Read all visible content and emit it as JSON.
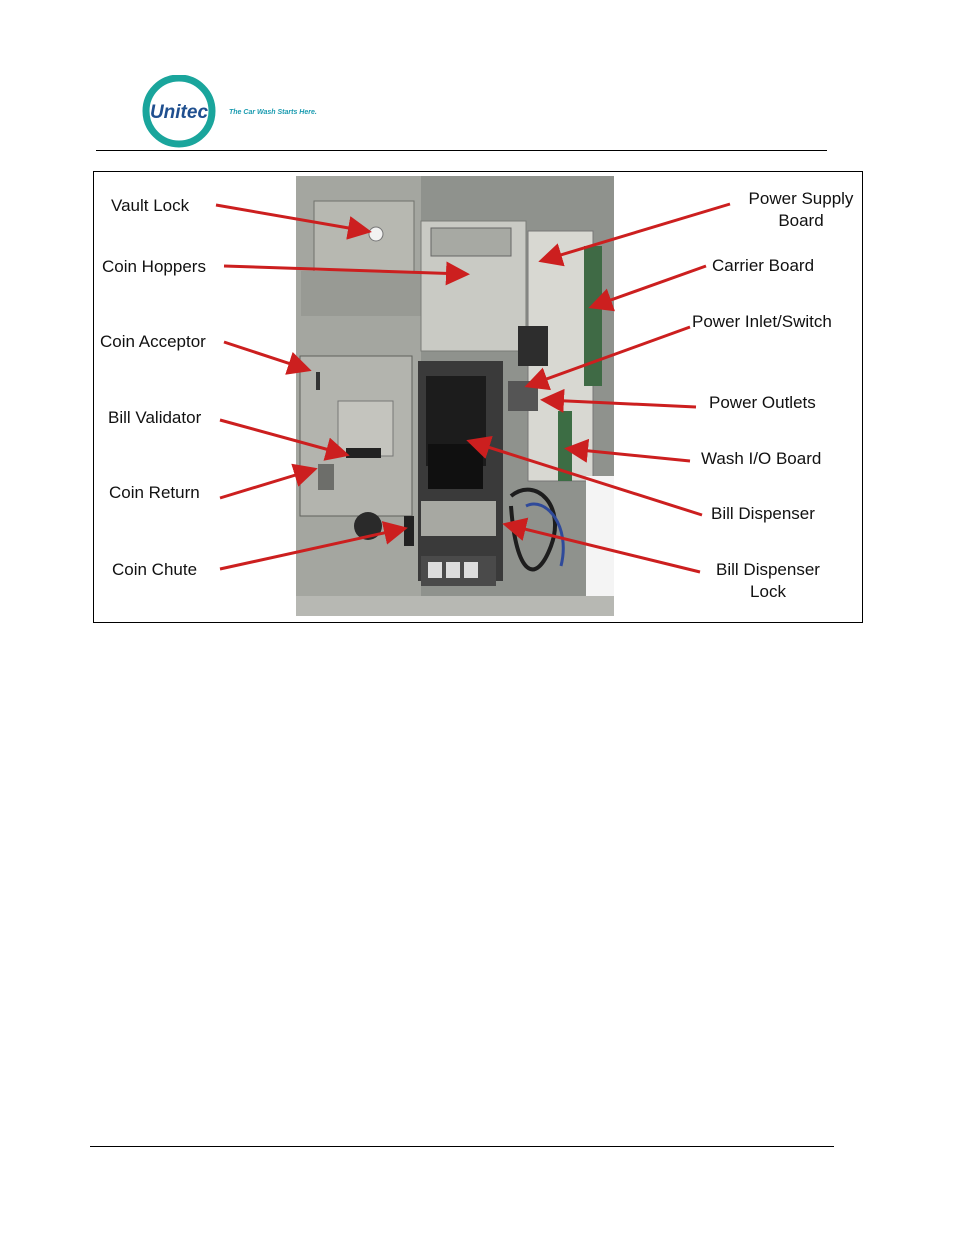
{
  "header": {
    "logo_text": "Unitec",
    "tagline": "The Car Wash Starts Here."
  },
  "figure": {
    "labels_left": {
      "vault_lock": "Vault Lock",
      "coin_hoppers": "Coin Hoppers",
      "coin_acceptor": "Coin Acceptor",
      "bill_validator": "Bill Validator",
      "coin_return": "Coin Return",
      "coin_chute": "Coin Chute"
    },
    "labels_right": {
      "power_supply_line1": "Power Supply",
      "power_supply_line2": "Board",
      "carrier_board": "Carrier Board",
      "power_inlet": "Power Inlet/Switch",
      "power_outlets": "Power Outlets",
      "wash_io_board": "Wash I/O Board",
      "bill_dispenser": "Bill Dispenser",
      "bill_dispenser_lock_line1": "Bill Dispenser",
      "bill_dispenser_lock_line2": "Lock"
    },
    "colors": {
      "arrow": "#cc1f1f",
      "logo_ring": "#1aa59c",
      "logo_text": "#1f4f8f",
      "tagline": "#1a9bb0"
    }
  }
}
